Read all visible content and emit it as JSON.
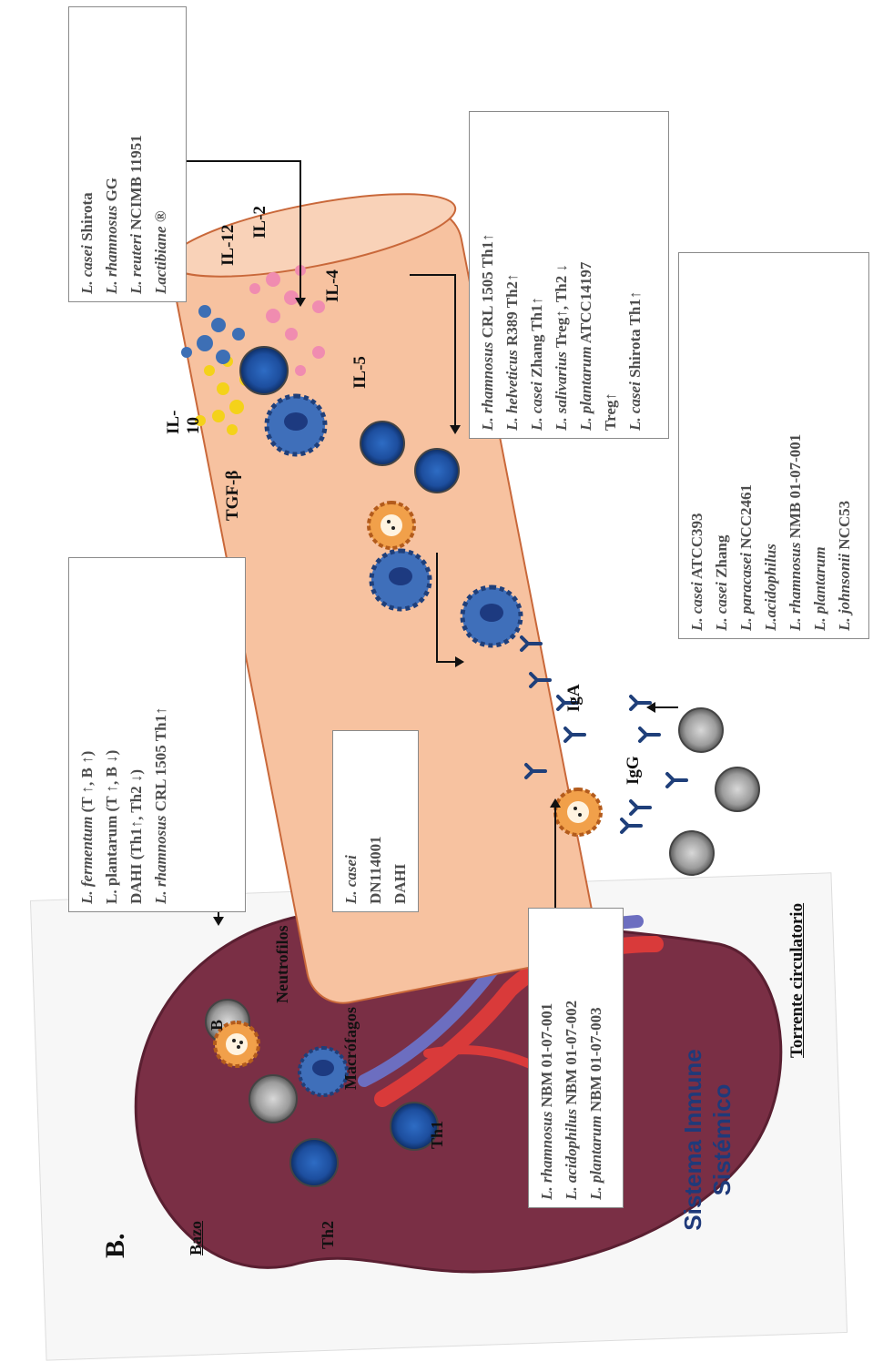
{
  "panel_letter": "B.",
  "spleen": {
    "label": "Bazo",
    "cells": {
      "b": "B",
      "neutrophils": "Neutrofilos",
      "macrophages": "Macrófagos",
      "th2": "Th2",
      "th1": "Th1"
    }
  },
  "title": {
    "line1": "Sistema Inmune",
    "line2": "Sistémico"
  },
  "bloodstream_label": "Torrente circulatorio",
  "cytokines": {
    "il12": "IL-12",
    "il2": "IL-2",
    "il4": "IL-4",
    "il5": "IL-5",
    "il10": "IL-\n10",
    "tgfb": "TGF-β"
  },
  "antibodies": {
    "iga": "IgA",
    "igg": "IgG"
  },
  "boxes": {
    "top_left": [
      {
        "italic": "L. casei",
        "rest": " Shirota"
      },
      {
        "italic": "L. rhamnosus",
        "rest": " GG"
      },
      {
        "italic": "L. reuteri",
        "rest": "  NCIMB 11951"
      },
      {
        "italic": "Lactibiane ®",
        "rest": ""
      }
    ],
    "spleen_box": [
      {
        "italic": "L. fermentum",
        "rest": " (T ↑, B ↑)"
      },
      {
        "italic": "",
        "rest": "L. plantarum (T ↑, B ↓)"
      },
      {
        "italic": "",
        "rest": "DAHI (Th1↑, Th2 ↓)"
      },
      {
        "italic": "L. rhamnosus",
        "rest": " CRL 1505  Th1↑"
      }
    ],
    "casei_box": [
      {
        "italic": "L. casei",
        "rest": ""
      },
      {
        "italic": "",
        "rest": "DN114001"
      },
      {
        "italic": "",
        "rest": "DAHI"
      }
    ],
    "nbm_box": [
      {
        "italic": "L. rhamnosus",
        "rest": " NBM 01-07-001"
      },
      {
        "italic": "L. acidophilus",
        "rest": " NBM 01-07-002"
      },
      {
        "italic": "L. plantarum",
        "rest": " NBM 01-07-003"
      }
    ],
    "th_box": [
      {
        "italic": "L. rhamnosus",
        "rest": " CRL 1505  Th1↑"
      },
      {
        "italic": "L. helveticus",
        "rest": "  R389 Th2↑"
      },
      {
        "italic": "L. casei",
        "rest": " Zhang Th1↑"
      },
      {
        "italic": "L. salivarius",
        "rest": " Treg↑, Th2 ↓"
      },
      {
        "italic": "L. plantarum",
        "rest": " ATCC14197"
      },
      {
        "italic": "",
        "rest": "Treg↑"
      },
      {
        "italic": "L. casei",
        "rest": " Shirota Th1↑"
      }
    ],
    "igg_box": [
      {
        "italic": "L. casei",
        "rest": " ATCC393"
      },
      {
        "italic": "L. casei",
        "rest": " Zhang"
      },
      {
        "italic": "L. paracasei",
        "rest": " NCC2461"
      },
      {
        "italic": "L.acidophilus",
        "rest": ""
      },
      {
        "italic": "L. rhamnosus",
        "rest": " NMB 01-07-001"
      },
      {
        "italic": "L. plantarum",
        "rest": ""
      },
      {
        "italic": "L. johnsonii",
        "rest": " NCC53"
      }
    ]
  },
  "colors": {
    "vessel": "#f7c2a0",
    "vessel_border": "#c9683a",
    "spleen": "#7a2f45",
    "cell_blue": "#1d4e9e",
    "dendritic": "#3f6fba",
    "cell_gray": "#9c9c9c",
    "antibody": "#1f3f7a",
    "cyt_yellow": "#f4d21a",
    "cyt_blue": "#3d6fb5",
    "cyt_pink": "#f08cb0",
    "title_blue": "#1f3a7a"
  }
}
